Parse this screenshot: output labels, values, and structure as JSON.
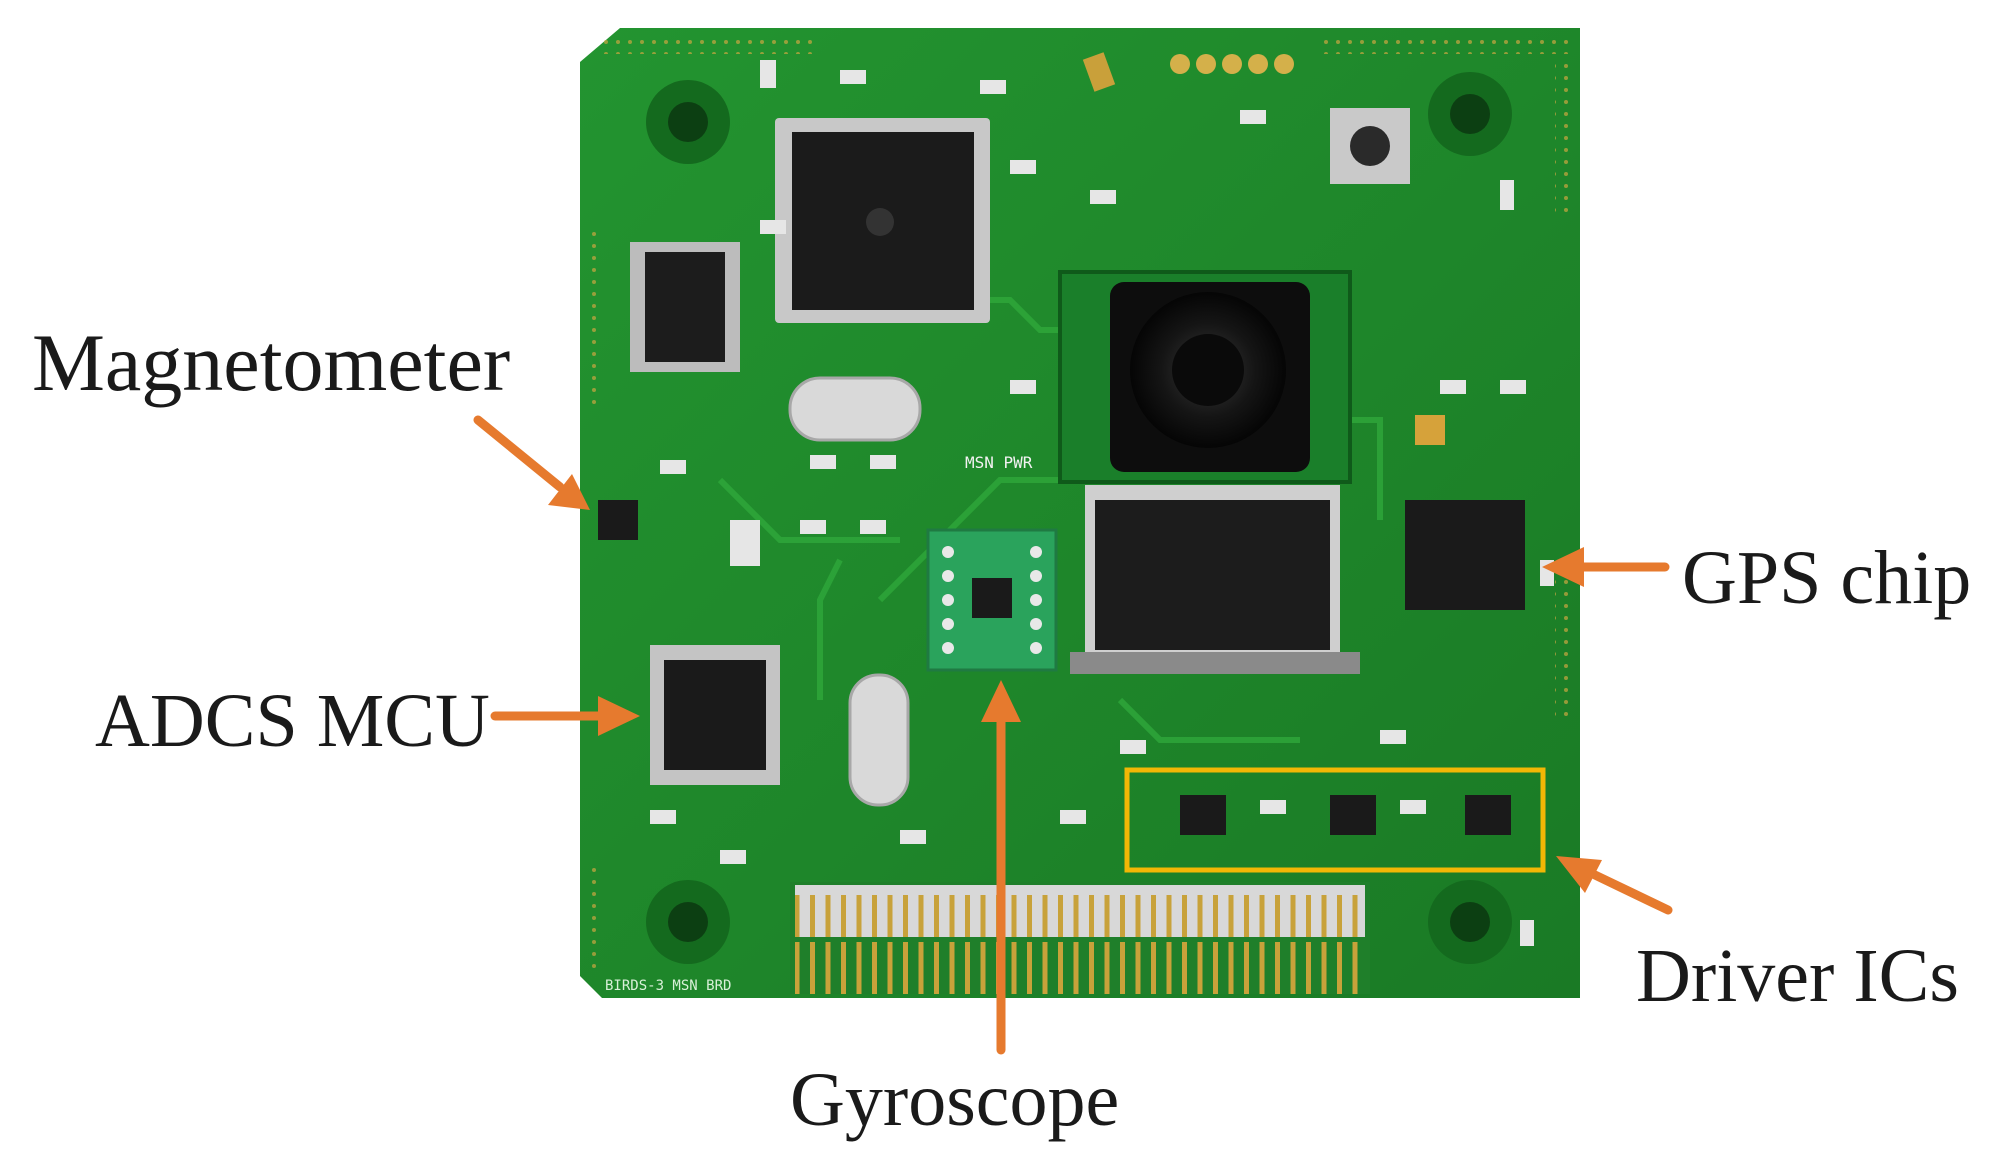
{
  "labels": {
    "magnetometer": "Magnetometer",
    "adcs_mcu": "ADCS MCU",
    "gps_chip": "GPS chip",
    "driver_ics": "Driver ICs",
    "gyroscope": "Gyroscope"
  },
  "board_silkscreen": {
    "mcu_label": "MSN PWR",
    "connector_label": "BIRDS-3 MSN BRD"
  },
  "colors": {
    "board": "#1f8a2a",
    "arrow": "#e67a2e",
    "highlight_box": "#f2b705",
    "label_text": "#1a1a1a"
  }
}
